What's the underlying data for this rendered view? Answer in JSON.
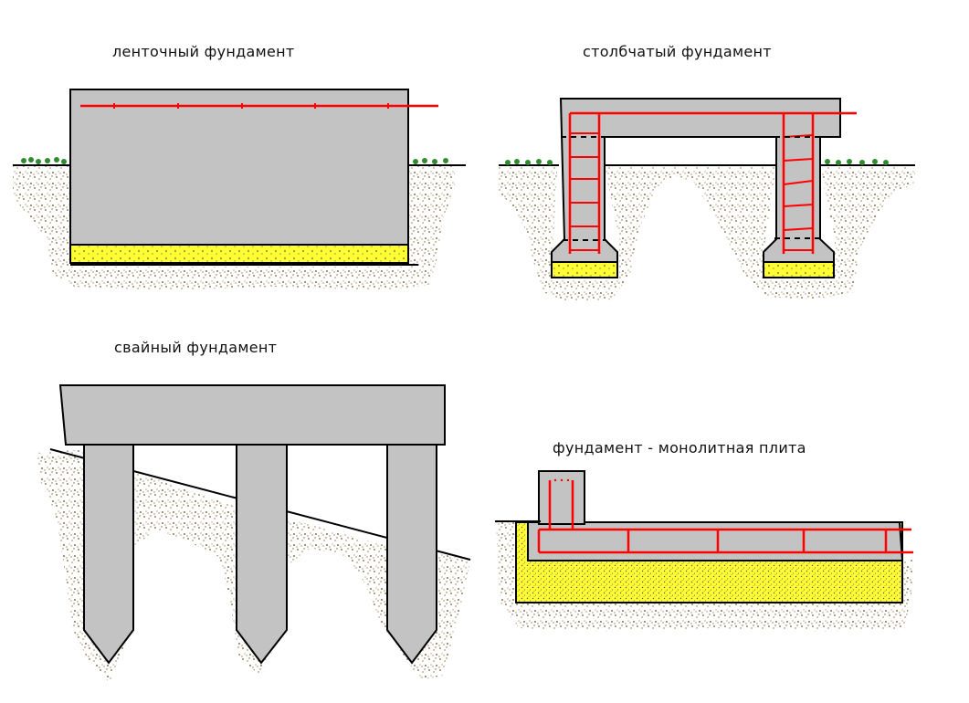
{
  "labels": {
    "strip": "ленточный  фундамент",
    "column": "столбчатый  фундамент",
    "pile": "свайный  фундамент",
    "slab": "фундамент - монолитная   плита"
  },
  "colors": {
    "concrete": "#c3c3c3",
    "rebar": "#ff0000",
    "sand": "#ffff33",
    "soil": "#c8b48c",
    "grass": "#2e8b2e",
    "outline": "#000000"
  }
}
